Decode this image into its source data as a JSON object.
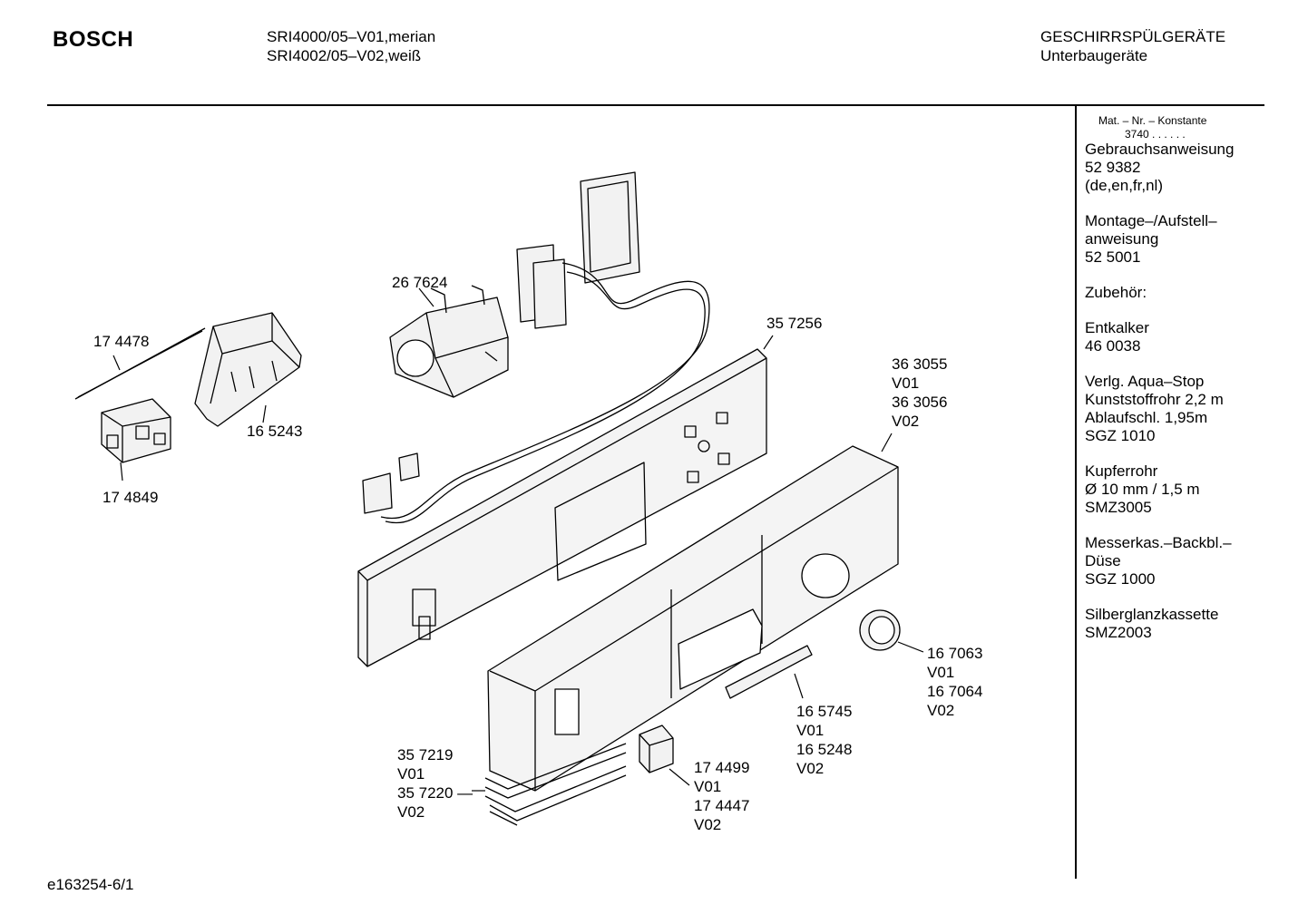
{
  "header": {
    "brand": "BOSCH",
    "models": [
      "SRI4000/05–V01,merian",
      "SRI4002/05–V02,weiß"
    ],
    "category": [
      "GESCHIRRSPÜLGERÄTE",
      "Unterbaugeräte"
    ]
  },
  "sidebar": {
    "mat_nr_label": "Mat. – Nr. – Konstante",
    "mat_nr_value": "3740 . . . . . .",
    "sections": [
      [
        "Gebrauchsanweisung",
        "52 9382",
        "(de,en,fr,nl)"
      ],
      [
        "Montage–/Aufstell–",
        "anweisung",
        "52 5001"
      ],
      [
        "Zubehör:"
      ],
      [
        "Entkalker",
        "46 0038"
      ],
      [
        "Verlg. Aqua–Stop",
        "Kunststoffrohr 2,2 m",
        "Ablaufschl. 1,95m",
        "SGZ 1010"
      ],
      [
        "Kupferrohr",
        "Ø 10 mm / 1,5 m",
        "SMZ3005"
      ],
      [
        "Messerkas.–Backbl.–",
        "Düse",
        "SGZ 1000"
      ],
      [
        "Silberglanzkassette",
        "SMZ2003"
      ]
    ]
  },
  "parts": {
    "p174478": [
      "17 4478"
    ],
    "p165243": [
      "16 5243"
    ],
    "p174849": [
      "17 4849"
    ],
    "p267624": [
      "26 7624"
    ],
    "p357256": [
      "35 7256"
    ],
    "p363055": [
      "36 3055",
      "V01",
      "36 3056",
      "V02"
    ],
    "p167063": [
      "16 7063",
      "V01",
      "16 7064",
      "V02"
    ],
    "p165745": [
      "16 5745",
      "V01",
      "16 5248",
      "V02"
    ],
    "p357219": [
      "35 7219",
      "V01",
      "35 7220 —",
      "V02"
    ],
    "p174499": [
      "17 4499",
      "V01",
      "17 4447",
      "V02"
    ]
  },
  "footer": {
    "code": "e163254-6/1"
  }
}
